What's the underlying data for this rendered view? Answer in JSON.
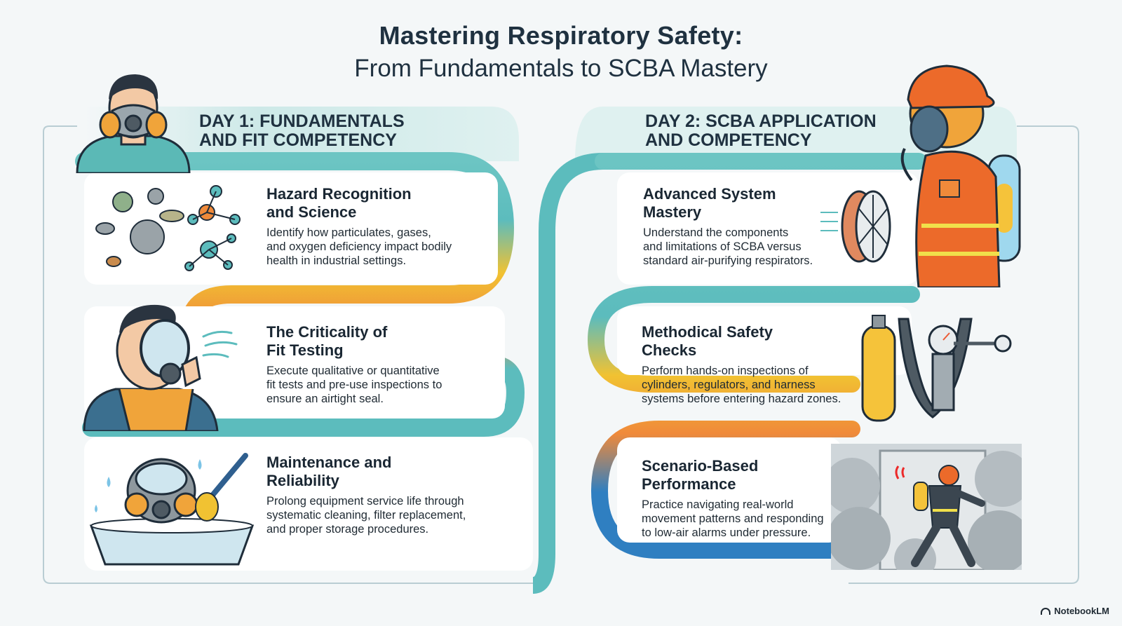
{
  "title": {
    "line1": "Mastering Respiratory Safety:",
    "line2": "From Fundamentals to SCBA Mastery"
  },
  "day1": {
    "heading_line1": "DAY 1: FUNDAMENTALS",
    "heading_line2": "AND FIT COMPETENCY",
    "cards": [
      {
        "title_line1": "Hazard Recognition",
        "title_line2": "and Science",
        "body_line1": "Identify how particulates, gases,",
        "body_line2": "and oxygen deficiency impact bodily",
        "body_line3": "health in industrial settings."
      },
      {
        "title_line1": "The Criticality of",
        "title_line2": "Fit Testing",
        "body_line1": "Execute qualitative or quantitative",
        "body_line2": "fit tests and pre-use inspections to",
        "body_line3": "ensure an airtight seal."
      },
      {
        "title_line1": "Maintenance and",
        "title_line2": "Reliability",
        "body_line1": "Prolong equipment service life through",
        "body_line2": "systematic cleaning, filter replacement,",
        "body_line3": "and proper storage procedures."
      }
    ]
  },
  "day2": {
    "heading_line1": "DAY 2: SCBA APPLICATION",
    "heading_line2": "AND COMPETENCY",
    "cards": [
      {
        "title_line1": "Advanced System",
        "title_line2": "Mastery",
        "body_line1": "Understand the components",
        "body_line2": "and limitations of SCBA versus",
        "body_line3": "standard air-purifying respirators."
      },
      {
        "title_line1": "Methodical Safety",
        "title_line2": "Checks",
        "body_line1": "Perform hands-on inspections of",
        "body_line2": "cylinders, regulators, and harness",
        "body_line3": "systems before entering hazard zones."
      },
      {
        "title_line1": "Scenario-Based",
        "title_line2": "Performance",
        "body_line1": "Practice navigating real-world",
        "body_line2": "movement patterns and responding",
        "body_line3": "to low-air alarms under pressure."
      }
    ]
  },
  "footer": {
    "brand": "NotebookLM"
  },
  "colors": {
    "teal": "#5cbcbd",
    "teal_light": "#bfe3e2",
    "yellow": "#f1c232",
    "orange": "#f08a3a",
    "red_orange": "#ec5a34",
    "blue": "#2f7fc1",
    "dark_text": "#1f3140"
  }
}
